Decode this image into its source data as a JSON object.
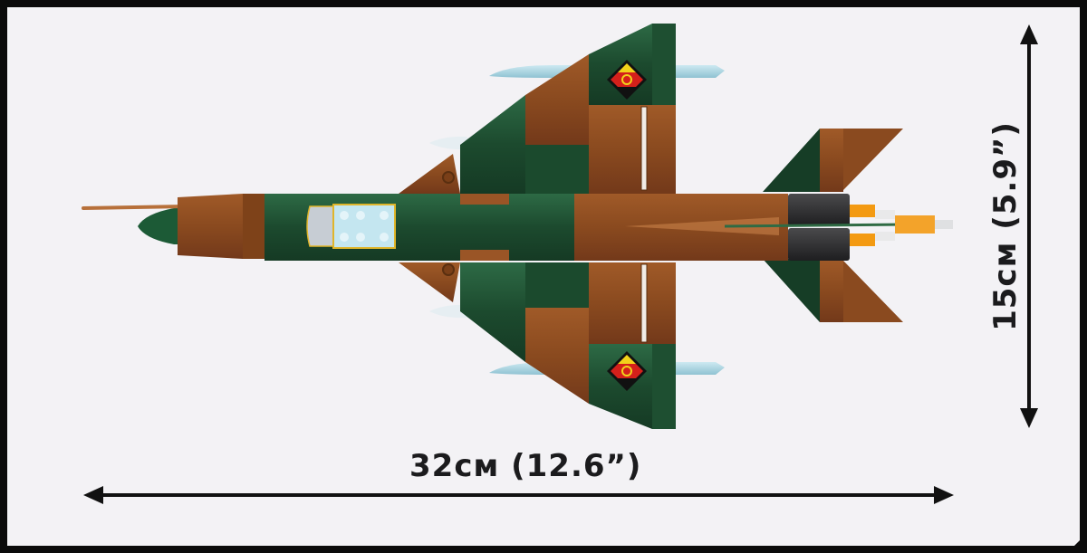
{
  "product": {
    "subject": "brick-built delta-wing fighter jet model, top view",
    "colors": {
      "background": "#f3f2f5",
      "frame": "#0b0b0b",
      "camo_green": "#1e4a2e",
      "camo_brown": "#8a4a1f",
      "canopy": "#bfe3ee",
      "missile": "#a9d3e0",
      "exhaust": "#2b2b2d",
      "afterburner": "#f39a12"
    }
  },
  "dimensions": {
    "width": {
      "label": "32cм (12.6”)",
      "value_cm": 32,
      "value_in": 12.6
    },
    "height": {
      "label": "15cм (5.9”)",
      "value_cm": 15,
      "value_in": 5.9
    }
  },
  "insignia": {
    "count": 2,
    "description": "diamond roundel: yellow top, red band with emblem, black bottom"
  }
}
